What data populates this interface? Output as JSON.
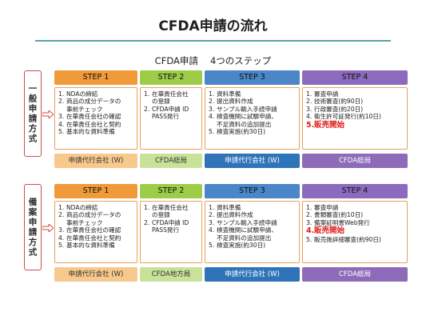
{
  "title": "CFDA申請の流れ",
  "subtitle": "CFDA申請　 4つのステップ",
  "colors": {
    "step1": "#f09a3a",
    "step2": "#9ccc48",
    "step3": "#4a86c8",
    "step4": "#8c6bbf",
    "footer1": "#f7c98c",
    "footer2": "#c9e29a",
    "footer3": "#2f74b9",
    "footer4": "#8d6bb8",
    "border": "#e9a25a",
    "highlight": "#e0201e"
  },
  "sections": [
    {
      "side_label": "一般申請方式",
      "steps": [
        {
          "header": "STEP 1",
          "items": [
            {
              "num": "1.",
              "text": "NDAの締結"
            },
            {
              "num": "2.",
              "text": "商品の成分データの",
              "cont": "事前チェック"
            },
            {
              "num": "3.",
              "text": "在華責任会社の確認"
            },
            {
              "num": "4.",
              "text": "在華責任会社と契約"
            },
            {
              "num": "5.",
              "text": "基本的な資料準備"
            }
          ],
          "footer": "申請代行会社 (W)"
        },
        {
          "header": "STEP 2",
          "items": [
            {
              "num": "1.",
              "text": "在華責任会社",
              "cont": "の登録"
            },
            {
              "num": "2.",
              "text": "CFDA申請 ID",
              "cont": "PASS発行"
            }
          ],
          "footer": "CFDA総局"
        },
        {
          "header": "STEP 3",
          "items": [
            {
              "num": "1.",
              "text": "資料準備"
            },
            {
              "num": "2.",
              "text": "提出資料作成"
            },
            {
              "num": "3.",
              "text": "サンプル輸入手続申請"
            },
            {
              "num": "4.",
              "text": "検査機関に試験申請、",
              "cont": "不足資料の追加提出"
            },
            {
              "num": "5.",
              "text": "検査実施(約30日)"
            }
          ],
          "footer": "申請代行会社 (W)"
        },
        {
          "header": "STEP 4",
          "items": [
            {
              "num": "1.",
              "text": "審査申請"
            },
            {
              "num": "2.",
              "text": "技術審査(約90日)"
            },
            {
              "num": "3.",
              "text": "行政審査(約20日)"
            },
            {
              "num": "4.",
              "text": "衛生許可証発行(約10日)"
            },
            {
              "num": "5.",
              "text": "販売開始",
              "highlight": true
            }
          ],
          "footer": "CFDA総局"
        }
      ]
    },
    {
      "side_label": "備案申請方式",
      "steps": [
        {
          "header": "STEP 1",
          "items": [
            {
              "num": "1.",
              "text": "NDAの締結"
            },
            {
              "num": "2.",
              "text": "商品の成分データの",
              "cont": "事前チェック"
            },
            {
              "num": "3.",
              "text": "在華責任会社の確認"
            },
            {
              "num": "4.",
              "text": "在華責任会社と契約"
            },
            {
              "num": "5.",
              "text": "基本的な資料準備"
            }
          ],
          "footer": "申請代行会社 (W)"
        },
        {
          "header": "STEP 2",
          "items": [
            {
              "num": "1.",
              "text": "在華責任会社",
              "cont": "の登録"
            },
            {
              "num": "2.",
              "text": "CFDA申請 ID",
              "cont": "PASS発行"
            }
          ],
          "footer": "CFDA地方局"
        },
        {
          "header": "STEP 3",
          "items": [
            {
              "num": "1.",
              "text": "資料準備"
            },
            {
              "num": "2.",
              "text": "提出資料作成"
            },
            {
              "num": "3.",
              "text": "サンプル輸入手続申請"
            },
            {
              "num": "4.",
              "text": "検査機関に試験申請、",
              "cont": "不足資料の追加提出"
            },
            {
              "num": "5.",
              "text": "検査実施(約30日)"
            }
          ],
          "footer": "申請代行会社 (W)"
        },
        {
          "header": "STEP 4",
          "items": [
            {
              "num": "1.",
              "text": "審査申請"
            },
            {
              "num": "2.",
              "text": "書類審査(約10日)"
            },
            {
              "num": "3.",
              "text": "備案証明書Web発行"
            },
            {
              "num": "4.",
              "text": "販売開始",
              "highlight": true
            },
            {
              "num": "5.",
              "text": "販売後詳細審査(約90日)"
            }
          ],
          "footer": "CFDA総局"
        }
      ]
    }
  ]
}
